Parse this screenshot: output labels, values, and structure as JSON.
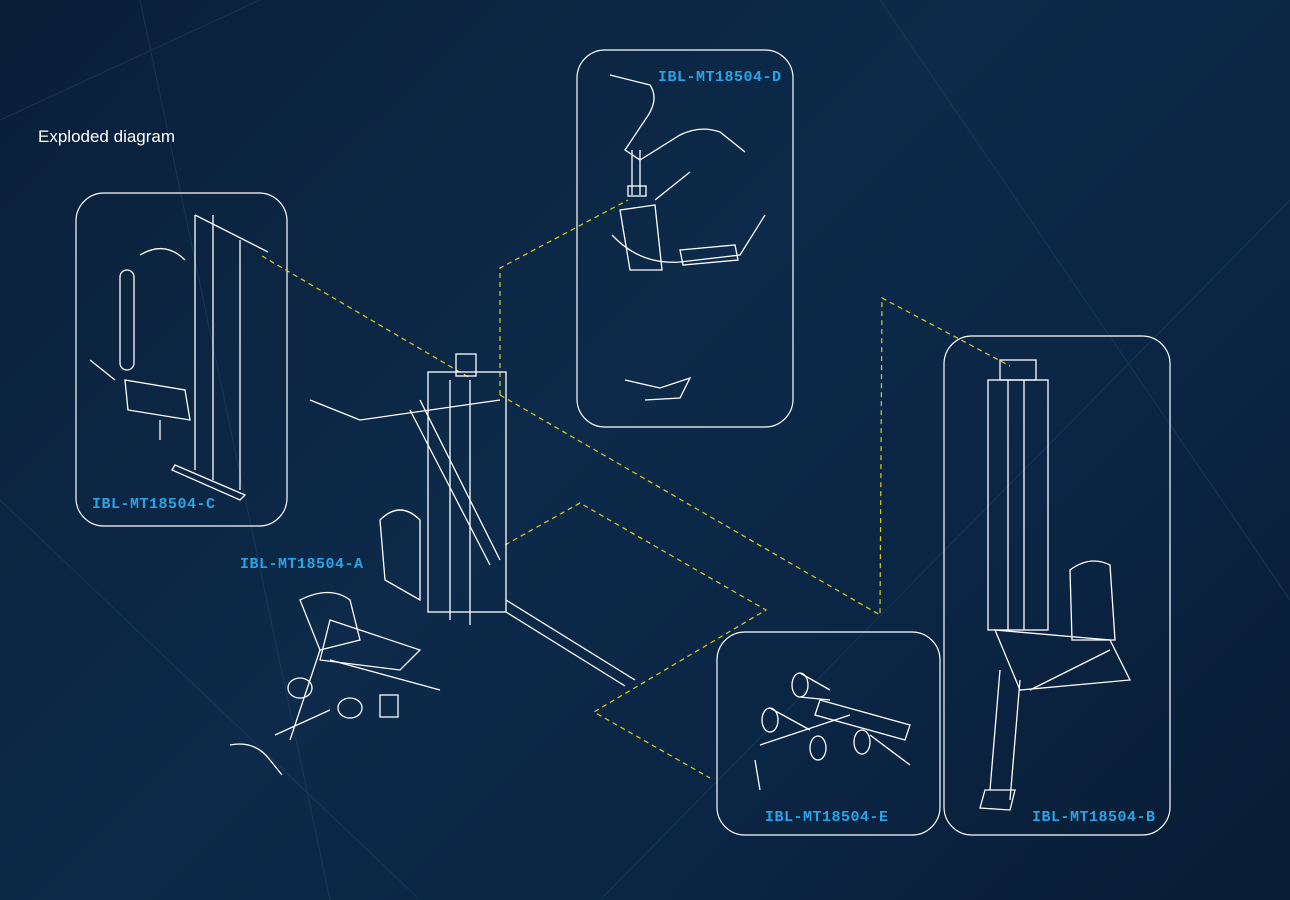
{
  "title": "Exploded diagram",
  "colors": {
    "label": "#2aa4e6",
    "leader": "#d8d020",
    "line": "#ffffff"
  },
  "parts": {
    "a": "IBL-MT18504-A",
    "b": "IBL-MT18504-B",
    "c": "IBL-MT18504-C",
    "d": "IBL-MT18504-D",
    "e": "IBL-MT18504-E"
  }
}
